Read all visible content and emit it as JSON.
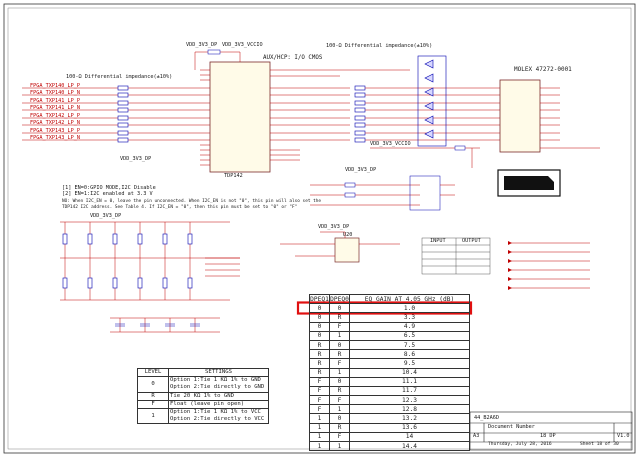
{
  "net_labels": {
    "vdd_3v3_dp_top": "VDD_3V3_DP",
    "vdd_3v3_vccio_top": "VDD_3V3_VCCIO",
    "cml_diff_left": "100-Ω Differential impedance(±10%)",
    "aux_cmos": "AUX/HCP: I/O CMOS",
    "cml_diff_right": "100-Ω Differential impedance(±10%)",
    "molex_part": "MOLEX 47272-0001",
    "vdd_3v3_dp_mid": "VDD_3V3_DP",
    "vdd_3v3_vccio_mid": "VDD_3V3_VCCIO",
    "vdd_3v3_dp_mid2": "VDD_3V3_DP",
    "vdd_3v3_dp_bottom": "VDD_3V3_DP",
    "vdd_3v3_ic": "VDD_3V3_DP",
    "ic_u1_name": "TDP142",
    "ic_u2_name": "U20",
    "input_label": "INPUT",
    "output_label": "OUTPUT"
  },
  "fpga_inputs": [
    "FPGA_TXP140_LP_P",
    "FPGA_TXP140_LP_N",
    "FPGA_TXP141_LP_P",
    "FPGA_TXP141_LP_N",
    "FPGA_TXP142_LP_P",
    "FPGA_TXP142_LP_N",
    "FPGA_TXP143_LP_P",
    "FPGA_TXP143_LP_N"
  ],
  "notes": [
    "[1] EN=0:GPIO MODE,I2C Disable",
    "[2] EN=1:I2C enabled at 3.3 V",
    "NO: When I2C_EN = 0, leave the pin unconnected. When I2C_EN is not \"0\", this pin will also set the",
    "TDP142 I2C address. See Table 4. If I2C_EN = \"0\", then this pin must be set to \"0\" or \"F\""
  ],
  "eq_table": {
    "headers": [
      "DPEQ1",
      "DPEQ0",
      "EQ GAIN AT 4.05 GHz (dB)"
    ],
    "rows": [
      [
        "0",
        "0",
        "1.0"
      ],
      [
        "0",
        "R",
        "3.3"
      ],
      [
        "0",
        "F",
        "4.9"
      ],
      [
        "0",
        "1",
        "6.5"
      ],
      [
        "R",
        "0",
        "7.5"
      ],
      [
        "R",
        "R",
        "8.6"
      ],
      [
        "R",
        "F",
        "9.5"
      ],
      [
        "R",
        "1",
        "10.4"
      ],
      [
        "F",
        "0",
        "11.1"
      ],
      [
        "F",
        "R",
        "11.7"
      ],
      [
        "F",
        "F",
        "12.3"
      ],
      [
        "F",
        "1",
        "12.8"
      ],
      [
        "1",
        "0",
        "13.2"
      ],
      [
        "1",
        "R",
        "13.6"
      ],
      [
        "1",
        "F",
        "14"
      ],
      [
        "1",
        "1",
        "14.4"
      ]
    ]
  },
  "level_table": {
    "headers": [
      "LEVEL",
      "SETTINGS"
    ],
    "rows": [
      {
        "level": "0",
        "settings": [
          "Option 1:Tie 1 KΩ 1% to GND",
          "Option 2:Tie directly to GND"
        ]
      },
      {
        "level": "R",
        "settings": [
          "Tie 20 KΩ 1% to GND"
        ]
      },
      {
        "level": "F",
        "settings": [
          "Float (leave pin open)"
        ]
      },
      {
        "level": "1",
        "settings": [
          "Option 1:Tie 1 KΩ 1% to VCC",
          "Option 2:Tie directly to VCC"
        ]
      }
    ]
  },
  "title_block": {
    "title": "44_B2A6D",
    "doc_label": "Document Number",
    "doc_value": "18 DP",
    "size_label": "A3",
    "rev_label": "V1.0",
    "date_label": "Thursday, July 28, 2016",
    "sheet_label": "Sheet 18 of 30"
  },
  "colors": {
    "wire": "#c00000",
    "component": "#0000b0",
    "highlight": "#e01010",
    "border": "#333333"
  }
}
